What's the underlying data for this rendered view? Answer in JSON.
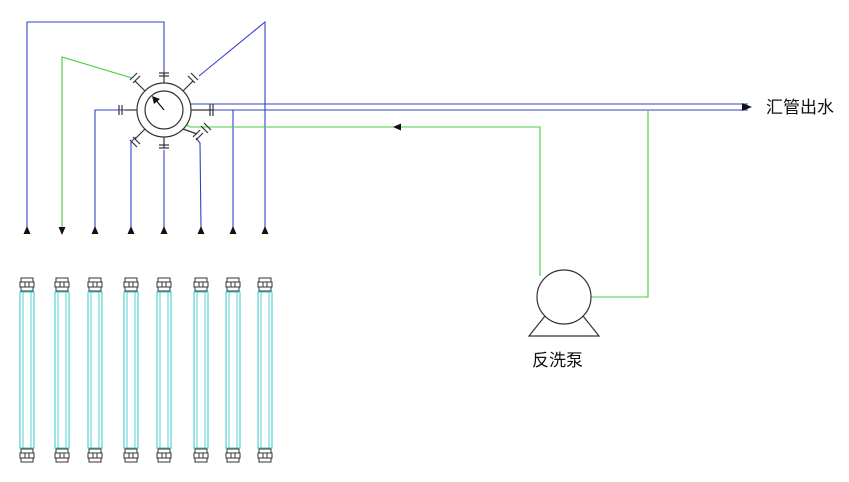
{
  "labels": {
    "outlet": "汇管出水",
    "pump": "反洗泵"
  },
  "colors": {
    "blue_line": "#3340cc",
    "green_line": "#44cc44",
    "tube_body": "#44cccc",
    "outline": "#333333",
    "background": "#ffffff"
  },
  "membrane_tube_count": 8
}
